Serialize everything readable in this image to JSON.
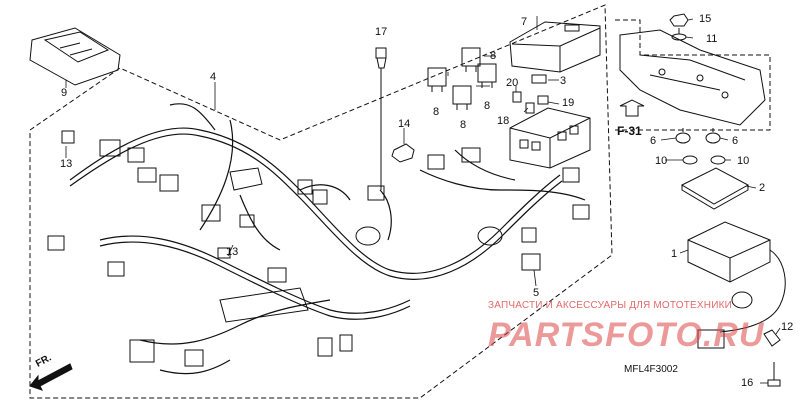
{
  "labels": {
    "p1": "1",
    "p2": "2",
    "p3": "3",
    "p4": "4",
    "p5": "5",
    "p6a": "6",
    "p6b": "6",
    "p7": "7",
    "p8a": "8",
    "p8b": "8",
    "p8c": "8",
    "p8d": "8",
    "p9": "9",
    "p10a": "10",
    "p10b": "10",
    "p11": "11",
    "p12": "12",
    "p13a": "13",
    "p13b": "13",
    "p14": "14",
    "p15": "15",
    "p16": "16",
    "p17": "17",
    "p18": "18",
    "p19": "19",
    "p20": "20"
  },
  "direction": {
    "ref": "F-31",
    "front": "FR."
  },
  "diagram_code": "MFL4F3002",
  "watermark": {
    "line": "ЗАПЧАСТИ И АКСЕССУАРЫ ДЛЯ МОТОТЕХНИКИ",
    "logo": "PARTSFOTO.RU"
  },
  "colors": {
    "line": "#111111",
    "watermark": "#e26a6a"
  }
}
